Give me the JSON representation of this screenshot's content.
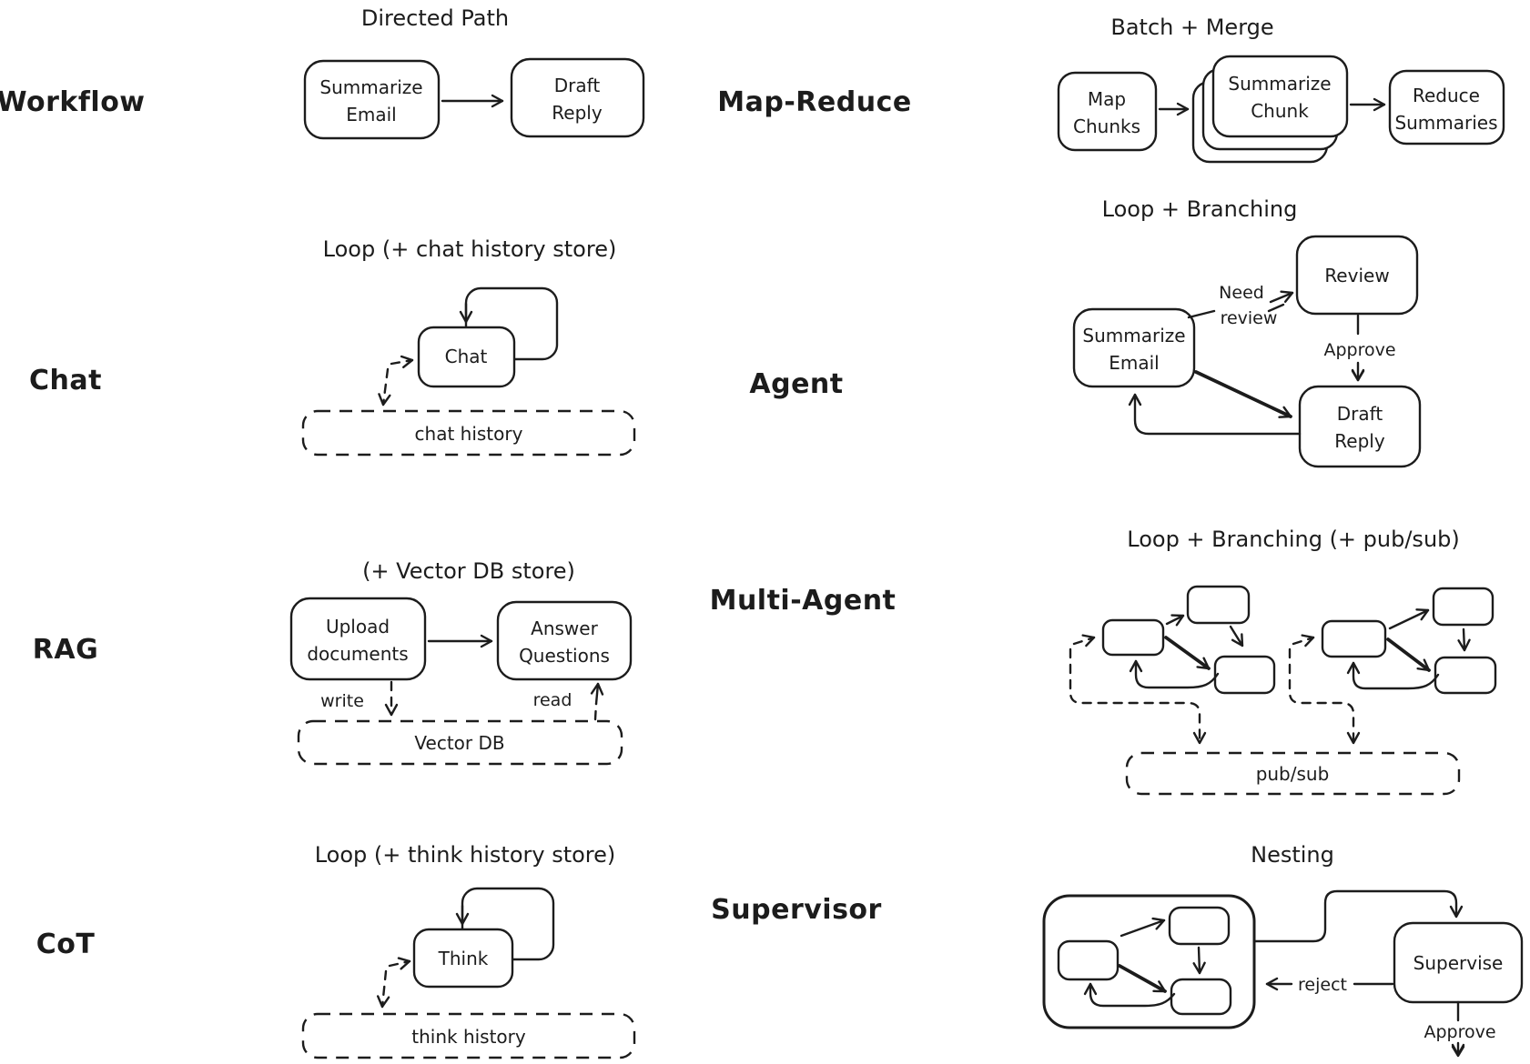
{
  "colors": {
    "ink": "#1c1c1c",
    "background": "#ffffff"
  },
  "sections": {
    "workflow": {
      "label": "Workflow",
      "subtitle": "Directed Path",
      "node_summarize": {
        "line1": "Summarize",
        "line2": "Email"
      },
      "node_draft": {
        "line1": "Draft",
        "line2": "Reply"
      }
    },
    "map_reduce": {
      "label": "Map-Reduce",
      "subtitle": "Batch + Merge",
      "node_map": {
        "line1": "Map",
        "line2": "Chunks"
      },
      "node_summarize": {
        "line1": "Summarize",
        "line2": "Chunk"
      },
      "node_reduce": {
        "line1": "Reduce",
        "line2": "Summaries"
      }
    },
    "chat": {
      "label": "Chat",
      "subtitle": "Loop (+ chat history store)",
      "node_chat": "Chat",
      "store": "chat history"
    },
    "agent": {
      "label": "Agent",
      "subtitle": "Loop + Branching",
      "node_summarize": {
        "line1": "Summarize",
        "line2": "Email"
      },
      "node_review": "Review",
      "node_draft": {
        "line1": "Draft",
        "line2": "Reply"
      },
      "edge_need_review": {
        "line1": "Need",
        "line2": "review"
      },
      "edge_approve": "Approve"
    },
    "rag": {
      "label": "RAG",
      "subtitle": "(+ Vector DB store)",
      "node_upload": {
        "line1": "Upload",
        "line2": "documents"
      },
      "node_answer": {
        "line1": "Answer",
        "line2": "Questions"
      },
      "edge_write": "write",
      "edge_read": "read",
      "store": "Vector DB"
    },
    "multi_agent": {
      "label": "Multi-Agent",
      "subtitle": "Loop + Branching (+ pub/sub)",
      "store": "pub/sub"
    },
    "cot": {
      "label": "CoT",
      "subtitle": "Loop (+ think history store)",
      "node_think": "Think",
      "store": "think history"
    },
    "supervisor": {
      "label": "Supervisor",
      "subtitle": "Nesting",
      "node_supervise": "Supervise",
      "edge_reject": "reject",
      "edge_approve": "Approve"
    }
  }
}
